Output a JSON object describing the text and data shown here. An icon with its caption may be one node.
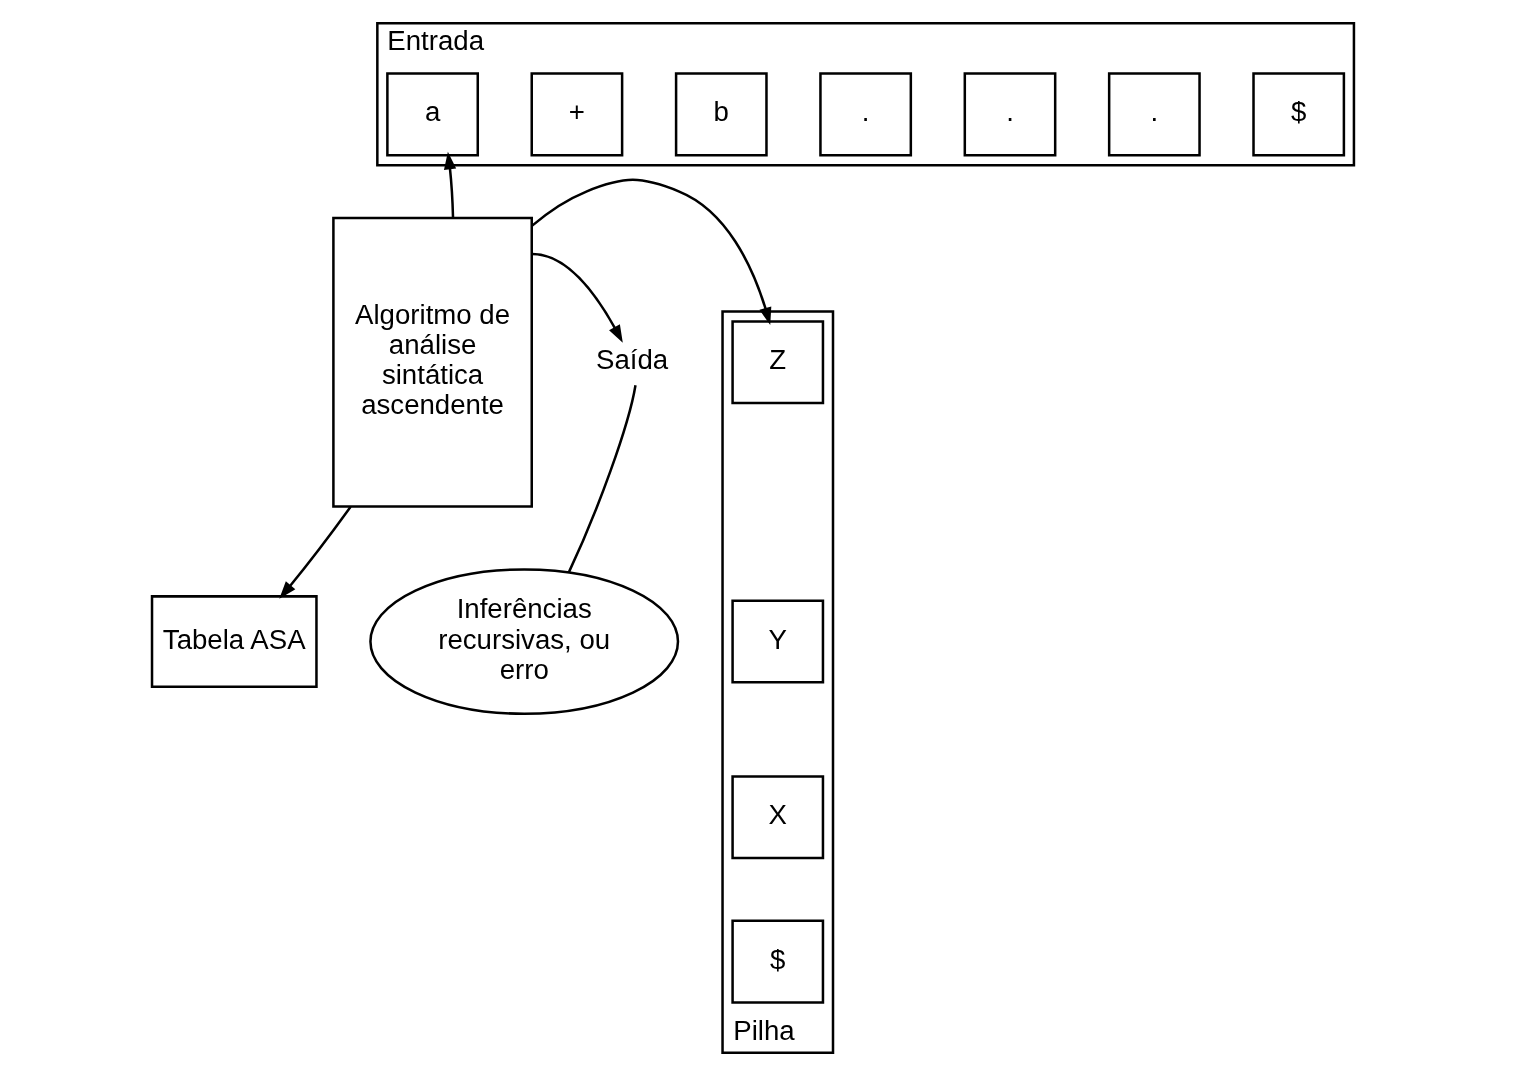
{
  "diagram": {
    "nodes": [
      {
        "text": [
          "Entrada"
        ]
      },
      {
        "text": [
          "a"
        ],
        "in": 0
      },
      {
        "text": [
          "+"
        ],
        "in": 0
      },
      {
        "text": [
          "b"
        ],
        "in": 0
      },
      {
        "text": [
          "."
        ],
        "in": 0
      },
      {
        "text": [
          "."
        ],
        "in": 0
      },
      {
        "text": [
          "."
        ],
        "in": 0
      },
      {
        "text": [
          "$"
        ],
        "in": 0
      },
      {
        "text": [
          "Pilha"
        ]
      },
      {
        "text": [
          "Z"
        ],
        "in": 8
      },
      {
        "text": [
          "Y"
        ],
        "in": 8
      },
      {
        "text": [
          "X"
        ],
        "in": 8
      },
      {
        "text": [
          "$"
        ],
        "in": 8
      },
      {
        "text": [
          "Algoritmo de análise sintática ascendente"
        ]
      },
      {
        "text": [
          "Saída"
        ]
      },
      {
        "text": [
          "Inferências recursivas, ou erro"
        ]
      },
      {
        "text": [
          "Tabela ASA"
        ]
      }
    ],
    "edges": [
      {
        "from": 13,
        "to": 1,
        "arrow": "to"
      },
      {
        "from": 13,
        "to": 9,
        "arrow": "to"
      },
      {
        "from": 13,
        "to": 14,
        "arrow": "to"
      },
      {
        "from": 13,
        "to": 16,
        "arrow": "to"
      },
      {
        "from": 15,
        "to": 14,
        "arrow": "none"
      }
    ]
  }
}
